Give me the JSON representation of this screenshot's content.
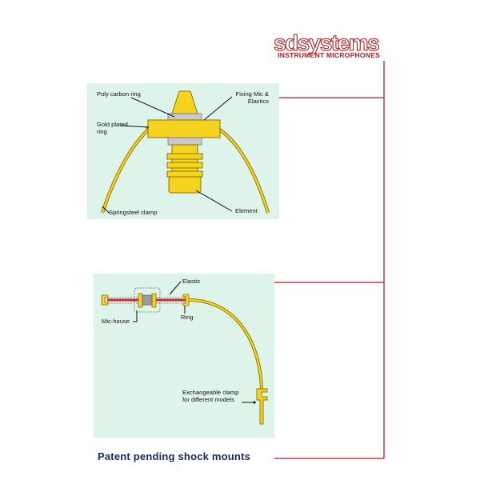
{
  "brand": {
    "logo_text": "sdsystems",
    "tagline": "INSTRUMENT MICROPHONES"
  },
  "top_diagram": {
    "labels": {
      "poly_carbon_ring": "Poly carbon ring",
      "fixing_mic_line1": "Fixing Mic &",
      "fixing_mic_line2": "Elastics",
      "gold_plated_line1": "Gold plated",
      "gold_plated_line2": "ring",
      "springsteel_clamp": "Springsteel clamp",
      "element": "Element"
    }
  },
  "bottom_diagram": {
    "labels": {
      "elastic": "Elastic",
      "mic_house": "Mic-house",
      "ring": "Ring",
      "exchangeable_line1": "Exchangeable clamp",
      "exchangeable_line2": "for different models"
    }
  },
  "footer": {
    "title": "Patent pending shock mounts"
  },
  "colors": {
    "brand_red": "#b01f24",
    "panel_bg": "#def3e9",
    "gold": "#f5d31f",
    "gold_outline": "#8a7400",
    "elastic_red": "#d6232a",
    "footer_navy": "#1c2b63"
  }
}
